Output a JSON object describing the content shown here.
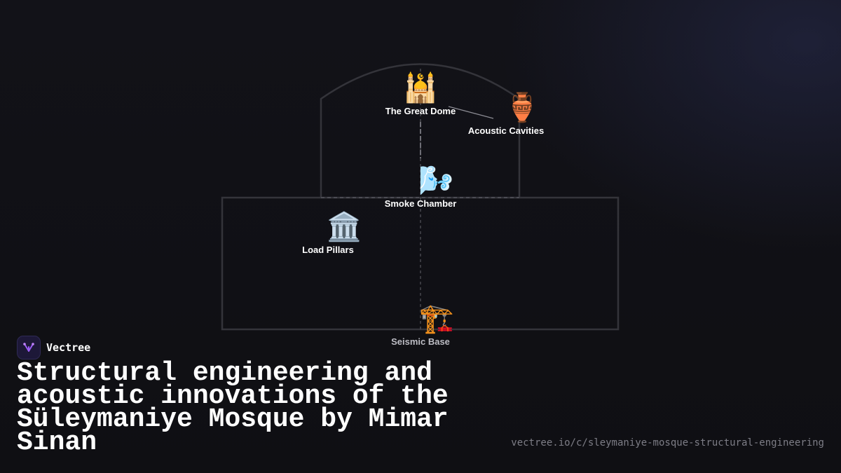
{
  "brand": {
    "name": "Vectree",
    "logo_icon": "vectree-logo-icon",
    "logo_color": "#9b5cf6"
  },
  "title": "Structural engineering and acoustic innovations of the Süleymaniye Mosque by Mimar Sinan",
  "url": "vectree.io/c/sleymaniye-mosque-structural-engineering",
  "diagram": {
    "outline_color": "#34343a",
    "nodes": [
      {
        "id": "great-dome",
        "label": "The Great Dome",
        "icon": "🕌",
        "icon_name": "mosque-icon"
      },
      {
        "id": "acoustic-cavities",
        "label": "Acoustic Cavities",
        "icon": "🏺",
        "icon_name": "amphora-icon"
      },
      {
        "id": "smoke-chamber",
        "label": "Smoke Chamber",
        "icon": "🌬️",
        "icon_name": "wind-icon"
      },
      {
        "id": "load-pillars",
        "label": "Load Pillars",
        "icon": "🏛️",
        "icon_name": "classical-building-icon"
      },
      {
        "id": "seismic-base",
        "label": "Seismic Base",
        "icon": "🏗️",
        "icon_name": "construction-crane-icon"
      }
    ]
  }
}
